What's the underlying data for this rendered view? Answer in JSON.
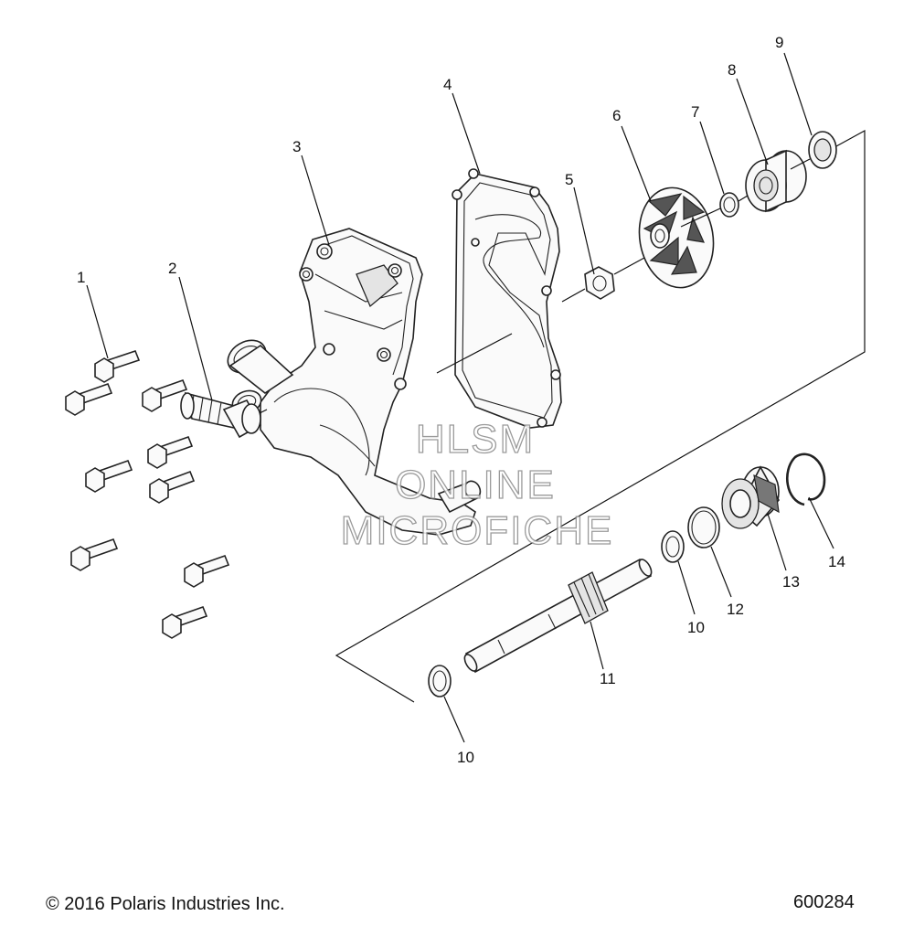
{
  "diagram": {
    "callouts": [
      "1",
      "2",
      "3",
      "4",
      "5",
      "6",
      "7",
      "8",
      "9",
      "10",
      "11",
      "12",
      "10",
      "13",
      "14"
    ],
    "watermark": [
      "HLSM",
      "ONLINE",
      "MICROFICHE"
    ]
  },
  "footer": {
    "copyright": "© 2016 Polaris Industries Inc.",
    "drawing_number": "600284"
  }
}
